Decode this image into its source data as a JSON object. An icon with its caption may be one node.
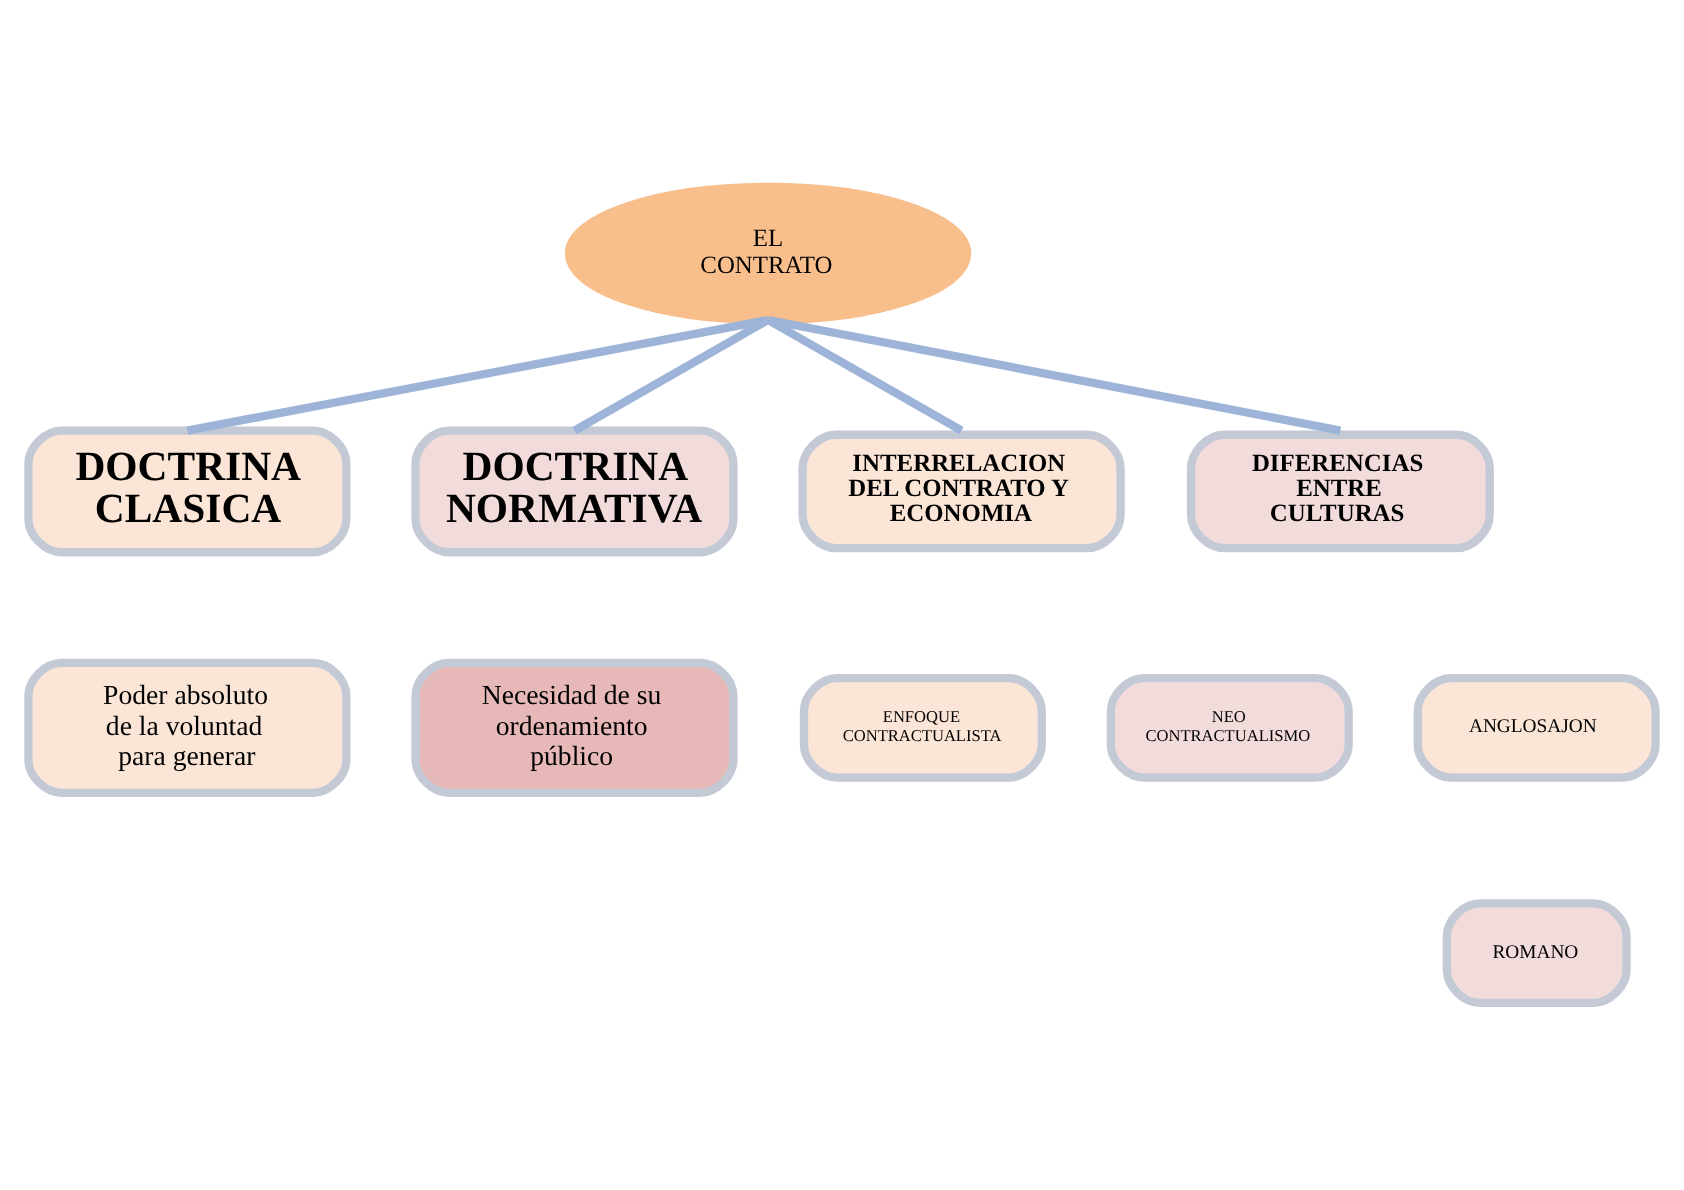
{
  "diagram": {
    "nodes": [
      {
        "text": [
          "EL CONTRATO"
        ]
      },
      {
        "text": [
          "DOCTRINA CLASICA"
        ]
      },
      {
        "text": [
          "DOCTRINA NORMATIVA"
        ]
      },
      {
        "text": [
          "INTERRELACION DEL CONTRATO Y ECONOMIA"
        ]
      },
      {
        "text": [
          "DIFERENCIAS ENTRE CULTURAS"
        ]
      },
      {
        "text": [
          "Poder absoluto de la voluntad para generar"
        ]
      },
      {
        "text": [
          "Necesidad de su ordenamiento público"
        ]
      },
      {
        "text": [
          "ENFOQUE CONTRACTUALISTA"
        ]
      },
      {
        "text": [
          "NEO CONTRACTUALISMO"
        ]
      },
      {
        "text": [
          "ANGLOSAJON"
        ]
      },
      {
        "text": [
          "ROMANO"
        ]
      }
    ],
    "edges": [
      {
        "from": 0,
        "to": 1,
        "arrow": "none"
      },
      {
        "from": 0,
        "to": 2,
        "arrow": "none"
      },
      {
        "from": 0,
        "to": 3,
        "arrow": "none"
      },
      {
        "from": 0,
        "to": 4,
        "arrow": "none"
      }
    ]
  }
}
